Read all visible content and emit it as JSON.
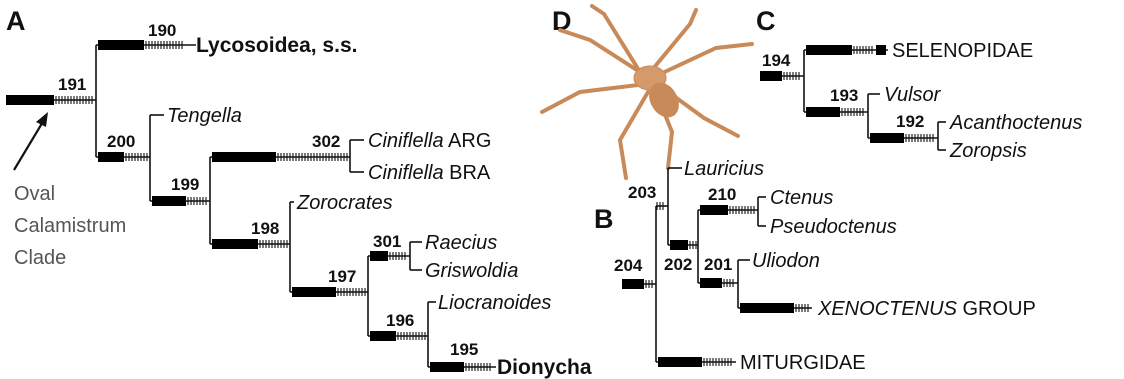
{
  "panels": {
    "a": "A",
    "b": "B",
    "c": "C",
    "d": "D"
  },
  "nodes": {
    "n190": "190",
    "n191": "191",
    "n192": "192",
    "n193": "193",
    "n194": "194",
    "n195": "195",
    "n196": "196",
    "n197": "197",
    "n198": "198",
    "n199": "199",
    "n200": "200",
    "n201": "201",
    "n202": "202",
    "n203": "203",
    "n204": "204",
    "n210": "210",
    "n301": "301",
    "n302": "302"
  },
  "taxa": {
    "lycosoidea": "Lycosoidea, s.s.",
    "tengella": "Tengella",
    "ciniflella_arg_genus": "Ciniflella",
    "ciniflella_arg_suffix": " ARG",
    "ciniflella_bra_genus": "Ciniflella",
    "ciniflella_bra_suffix": " BRA",
    "zorocrates": "Zorocrates",
    "raecius": "Raecius",
    "griswoldia": "Griswoldia",
    "liocranoides": "Liocranoides",
    "dionycha": "Dionycha",
    "selenopidae": "SELENOPIDAE",
    "vulsor": "Vulsor",
    "acanthoctenus": "Acanthoctenus",
    "zoropsis": "Zoropsis",
    "lauricius": "Lauricius",
    "ctenus": "Ctenus",
    "pseudoctenus": "Pseudoctenus",
    "uliodon": "Uliodon",
    "xenoctenus_genus": "XENOCTENUS",
    "xenoctenus_suffix": " GROUP",
    "miturgidae": "MITURGIDAE"
  },
  "annotation": {
    "line1": "Oval",
    "line2": "Calamistrum",
    "line3": "Clade"
  },
  "colors": {
    "branch_bar": "#000000",
    "spider_body": "#c98a5a",
    "annotation_text": "#555555"
  }
}
